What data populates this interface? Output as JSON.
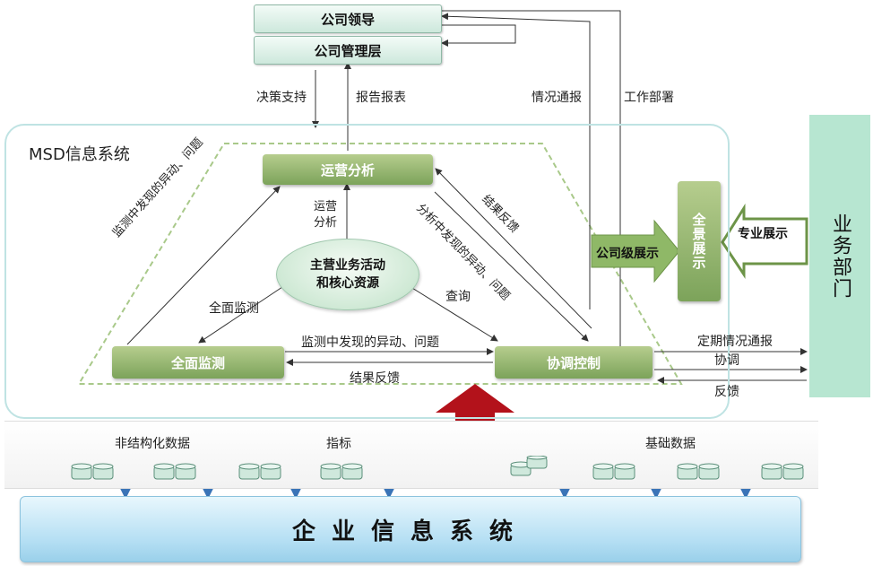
{
  "top": {
    "leader": "公司领导",
    "management": "公司管理层",
    "decision_support": "决策支持",
    "report": "报告报表",
    "situation_report": "情况通报",
    "work_deploy": "工作部署"
  },
  "msd": {
    "title": "MSD信息系统",
    "ops_analysis": "运营分析",
    "full_monitor": "全面监测",
    "coordination": "协调控制",
    "core_line1": "主营业务活动",
    "core_line2": "和核心资源",
    "lbl_ops_line1": "运营",
    "lbl_ops_line2": "分析",
    "lbl_monitor_left": "监测中发现的异动、问题",
    "lbl_full_monitor": "全面监测",
    "lbl_query": "查询",
    "lbl_found_right": "分析中发现的异动、问题",
    "lbl_result_feedback_top": "结果反馈",
    "lbl_monitor_bottom": "监测中发现的异动、问题",
    "lbl_result_feedback_bottom": "结果反馈"
  },
  "right": {
    "company_display": "公司级展示",
    "panorama": "全景展示",
    "pro_display": "专业展示",
    "dept": "业务部门",
    "periodic_report": "定期情况通报",
    "coordinate": "协调",
    "feedback": "反馈"
  },
  "data": {
    "unstructured": "非结构化数据",
    "indicators": "指标",
    "basic": "基础数据"
  },
  "enterprise": "企业信息系统",
  "colors": {
    "green_box": "#7ca35a",
    "dept_bg": "#b7e6d1",
    "arrow_red": "#b3121b",
    "connector_blue": "#3a74b7"
  }
}
